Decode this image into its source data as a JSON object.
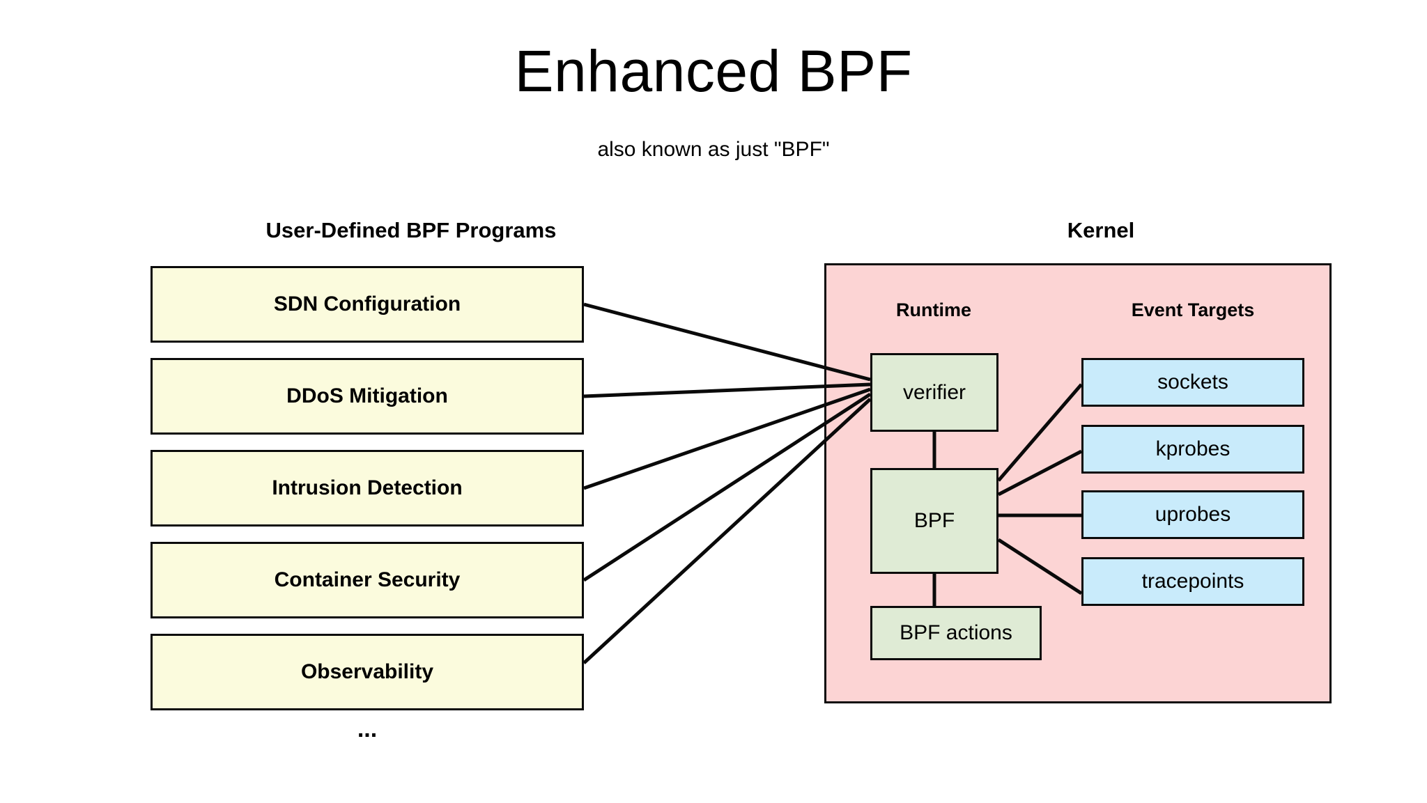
{
  "title": "Enhanced BPF",
  "subtitle": "also known as just \"BPF\"",
  "columns": {
    "user": {
      "heading": "User-Defined BPF Programs"
    },
    "kernel": {
      "heading": "Kernel"
    }
  },
  "user_programs": {
    "items": [
      {
        "label": "SDN Configuration"
      },
      {
        "label": "DDoS Mitigation"
      },
      {
        "label": "Intrusion Detection"
      },
      {
        "label": "Container Security"
      },
      {
        "label": "Observability"
      }
    ],
    "more_indicator": "..."
  },
  "kernel": {
    "runtime": {
      "heading": "Runtime",
      "items": [
        {
          "label": "verifier"
        },
        {
          "label": "BPF"
        },
        {
          "label": "BPF actions"
        }
      ]
    },
    "event_targets": {
      "heading": "Event Targets",
      "items": [
        {
          "label": "sockets"
        },
        {
          "label": "kprobes"
        },
        {
          "label": "uprobes"
        },
        {
          "label": "tracepoints"
        }
      ]
    }
  },
  "colors": {
    "program_box_fill": "#fbfbdd",
    "kernel_panel_fill": "#fcd4d4",
    "runtime_box_fill": "#dfebd5",
    "event_box_fill": "#c9ebfb",
    "stroke": "#0a0a0a",
    "background": "#ffffff"
  }
}
